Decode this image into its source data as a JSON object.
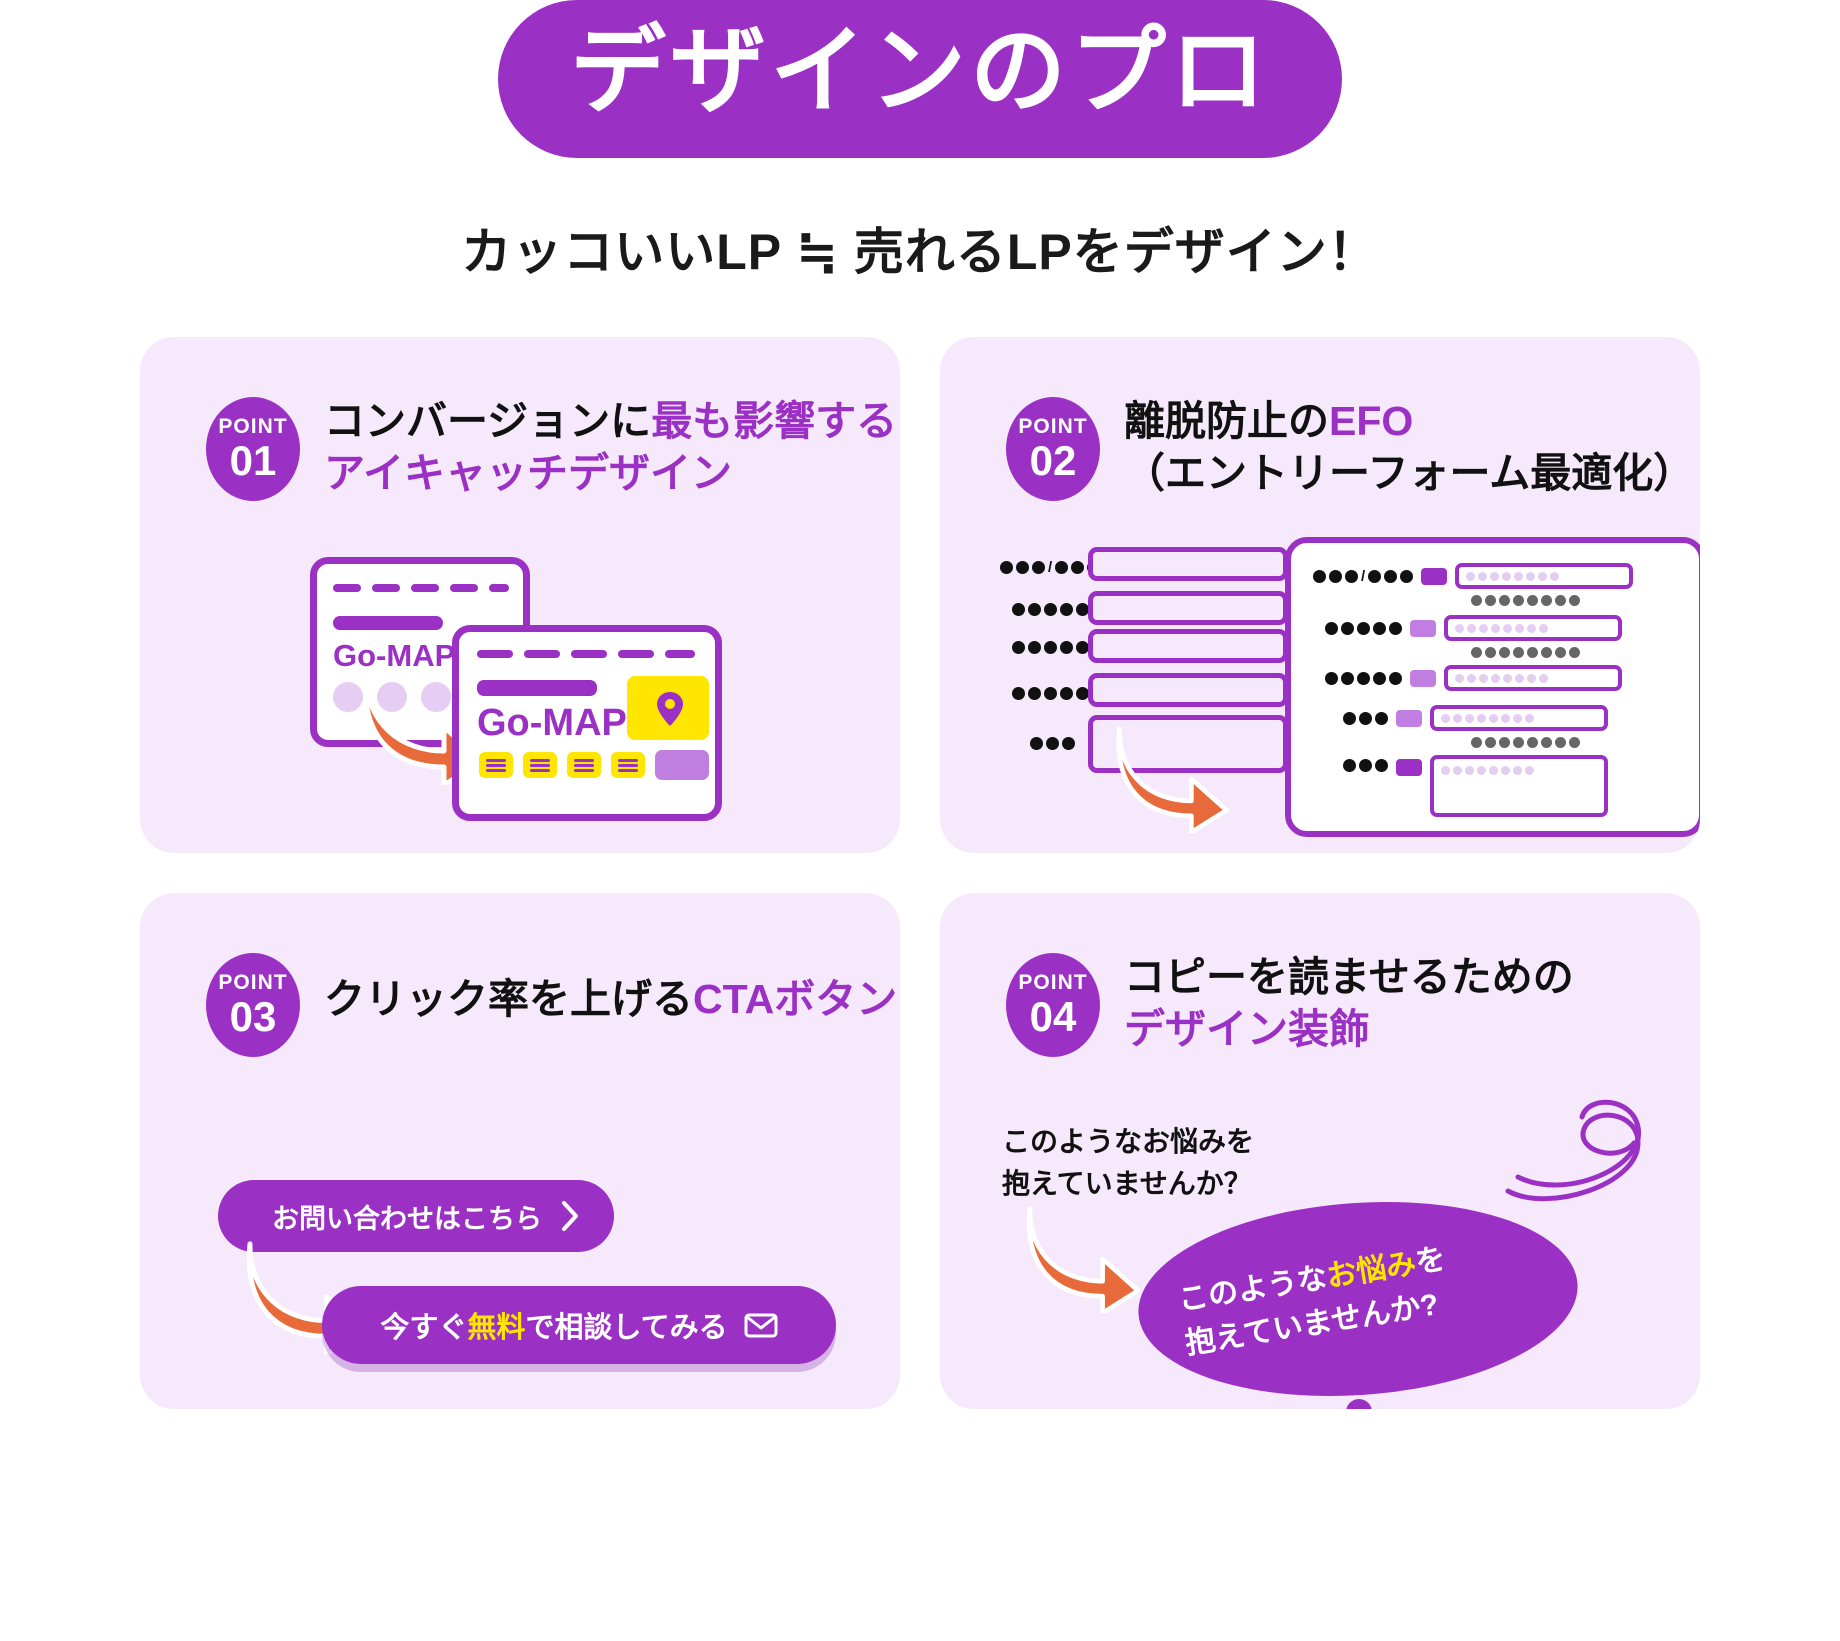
{
  "header": {
    "title": "デザインのプロ",
    "subtitle": "カッコいいLP ≒ 売れるLPをデザイン！"
  },
  "colors": {
    "brand_purple": "#9a30c4",
    "card_bg": "#f6e9fb",
    "accent_orange": "#e8693a",
    "accent_yellow": "#ffe600",
    "text_dark": "#111111",
    "white": "#ffffff"
  },
  "cards": [
    {
      "badge_label": "POINT",
      "badge_number": "01",
      "title_line1_plain": "コンバージョンに",
      "title_line1_accent": "最も影響する",
      "title_line2_accent": "アイキャッチデザイン",
      "illustration": {
        "type": "browser-windows",
        "back_window_brand": "Go-MAP",
        "front_window_brand": "Go-MAP",
        "arrow": "curved-arrow-right",
        "pin_icon": "map-pin-icon",
        "chip_count": 4
      }
    },
    {
      "badge_label": "POINT",
      "badge_number": "02",
      "title_line1_plain": "離脱防止の",
      "title_line1_accent": "EFO",
      "title_line2_plain": "（エントリーフォーム最適化）",
      "illustration": {
        "type": "form-optimization",
        "left_form_rows": 5,
        "right_form_rows": 5,
        "arrow": "curved-arrow-right"
      }
    },
    {
      "badge_label": "POINT",
      "badge_number": "03",
      "title_line1_plain": "クリック率を上げる",
      "title_line1_accent": "CTAボタン",
      "illustration": {
        "type": "cta-buttons",
        "button_plain_label": "お問い合わせはこちら",
        "button_plain_icon": "chevron-right-icon",
        "button_cta_prefix": "今すぐ",
        "button_cta_highlight": "無料",
        "button_cta_suffix": "で相談してみる",
        "button_cta_icon": "mail-icon",
        "arrow": "curved-arrow-right"
      }
    },
    {
      "badge_label": "POINT",
      "badge_number": "04",
      "title_line1_plain": "コピーを読ませるための",
      "title_line2_accent": "デザイン装飾",
      "illustration": {
        "type": "copy-decoration",
        "plain_text_line1": "このようなお悩みを",
        "plain_text_line2": "抱えていませんか？",
        "blob_text_pre": "このような",
        "blob_text_highlight": "お悩み",
        "blob_text_post": "を",
        "blob_text_line2": "抱えていませんか?",
        "arrow": "curved-arrow-right",
        "squiggle": "spiral-squiggle-decoration"
      }
    }
  ]
}
